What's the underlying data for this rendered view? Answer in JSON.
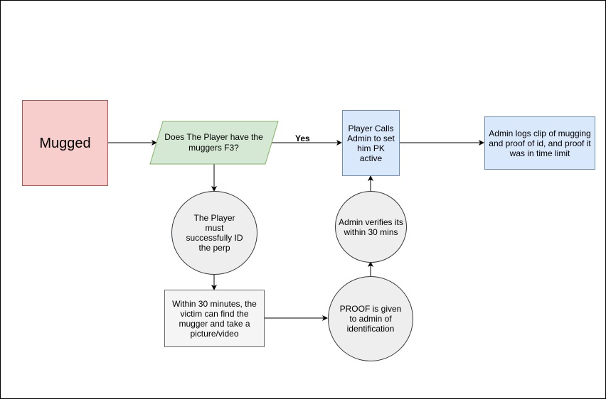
{
  "colors": {
    "red_fill": "#f8cecc",
    "red_stroke": "#b85450",
    "green_fill": "#d5e8d4",
    "green_stroke": "#82b366",
    "blue_fill": "#dae8fc",
    "blue_stroke": "#6c8ebf",
    "gray_fill": "#f5f5f5",
    "gray_stroke": "#666666",
    "circle_fill": "#eeeeee",
    "circle_stroke": "#36393d",
    "edge": "#000000"
  },
  "nodes": {
    "mugged": "Mugged",
    "question": "Does The Player have the muggers F3?",
    "player_calls": "Player Calls Admin to set him PK active",
    "admin_logs": "Admin logs clip of mugging and proof of id, and proof it was in time limit",
    "must_id": "The Player must successfully ID the perp",
    "within_30": "Within 30 minutes, the victim can find the mugger and take a picture/video",
    "proof": "PROOF is given to admin of identification",
    "verifies": "Admin verifies its within 30 mins"
  },
  "edges": {
    "yes_label": "Yes"
  }
}
